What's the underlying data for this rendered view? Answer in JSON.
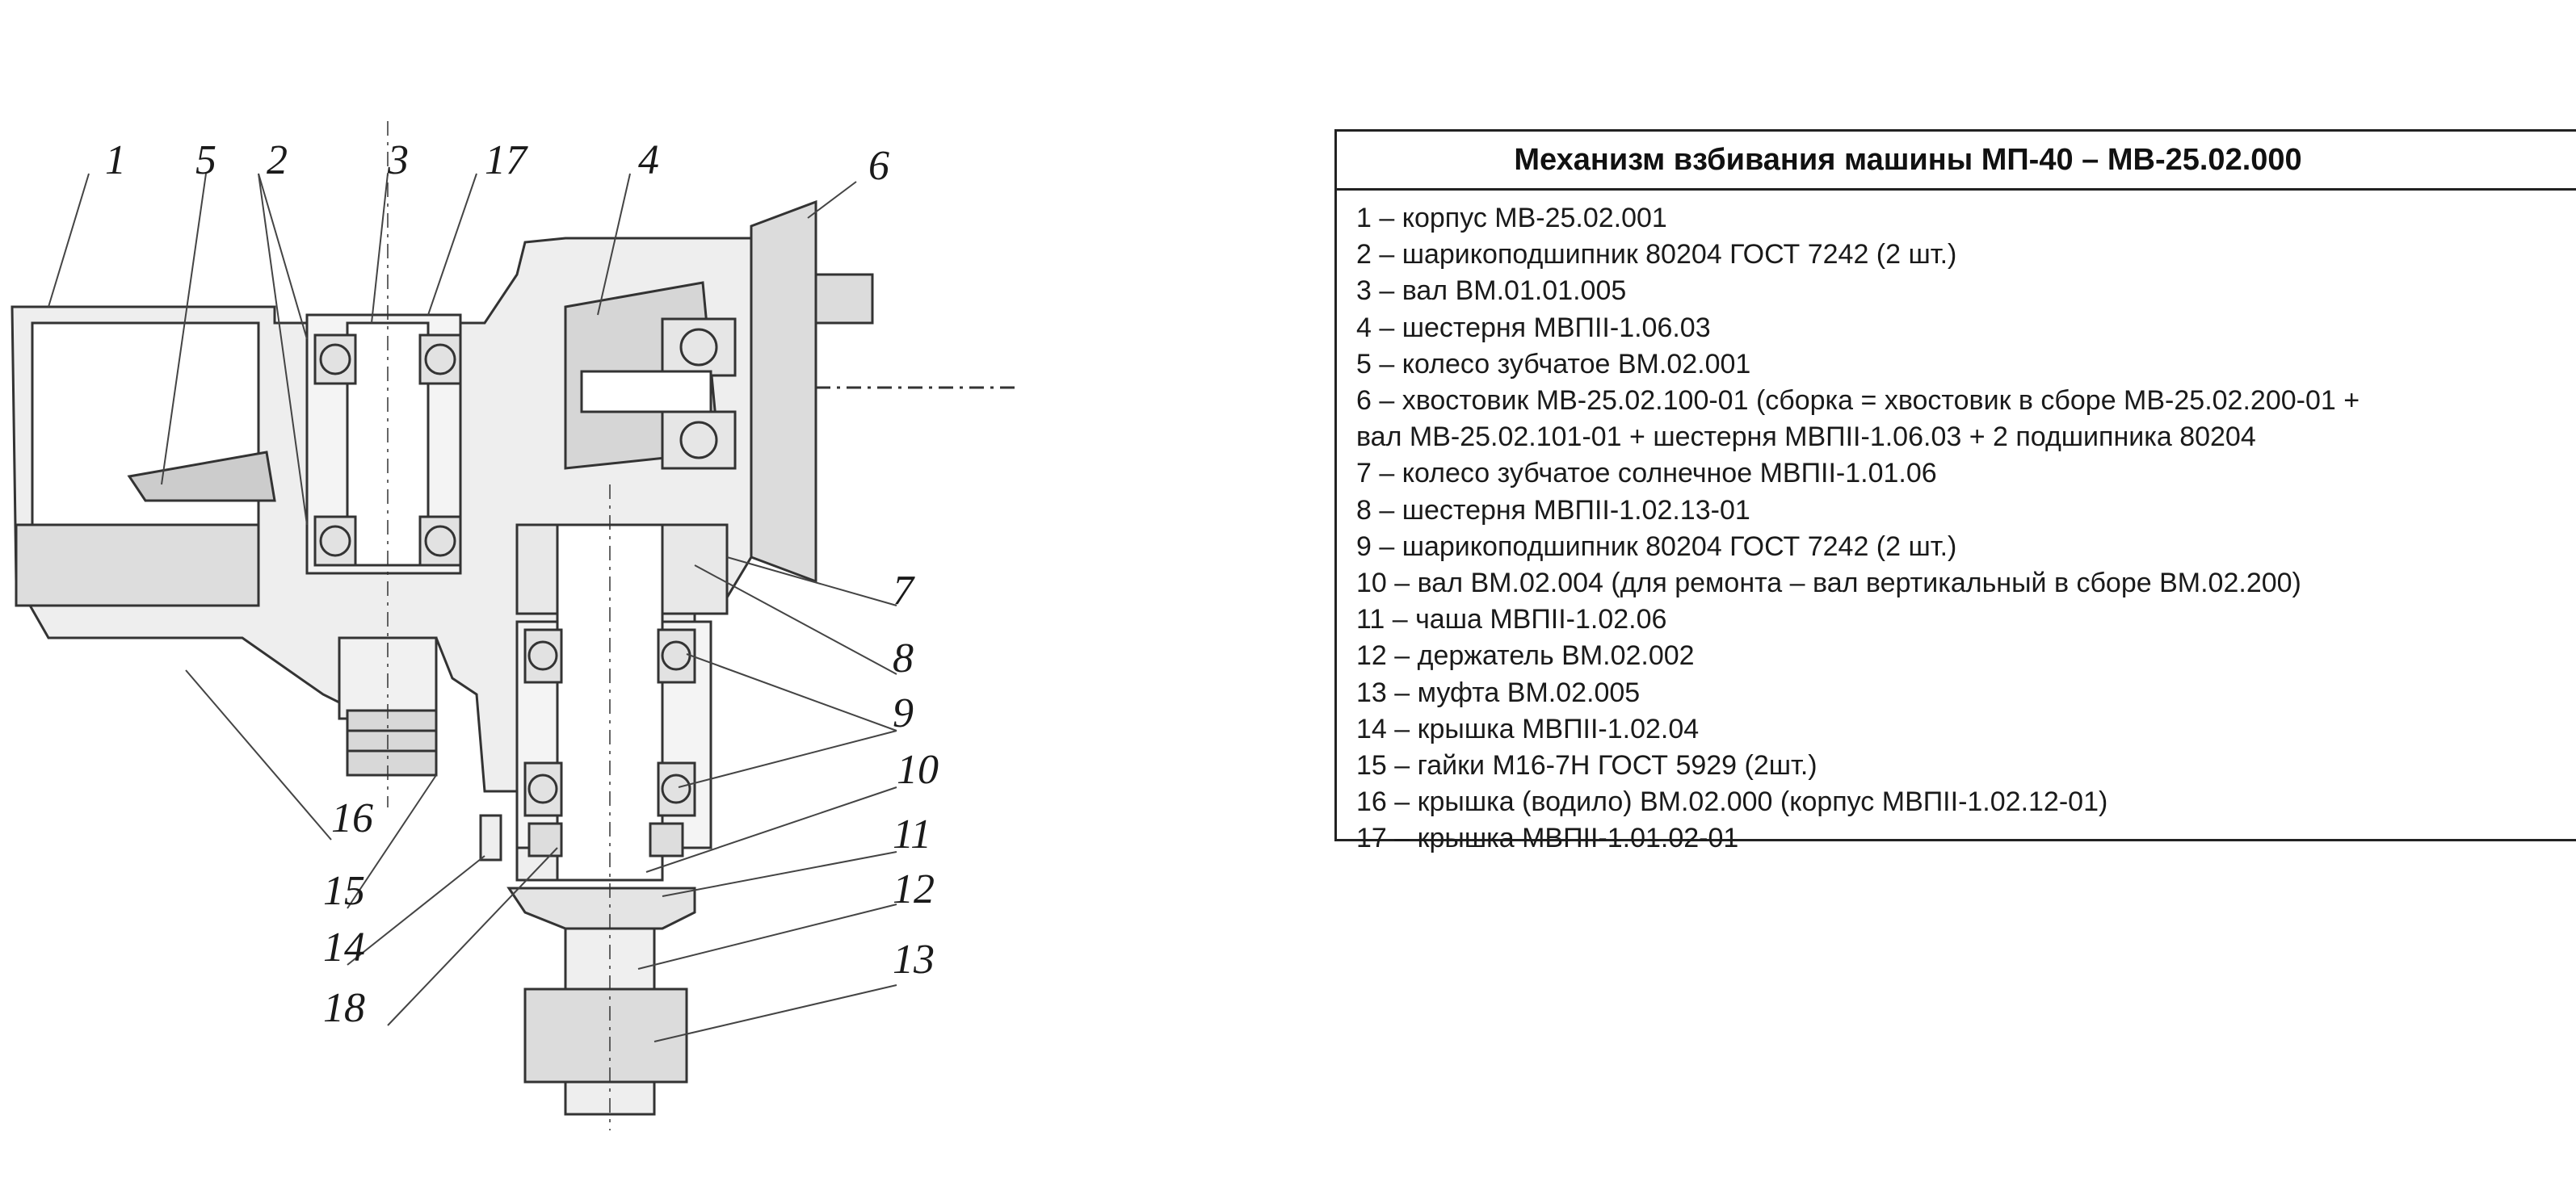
{
  "legend": {
    "title": "Механизм взбивания машины МП-40 – МВ-25.02.000",
    "items": [
      "1 – корпус МВ-25.02.001",
      "2 – шарикоподшипник 80204 ГОСТ 7242 (2 шт.)",
      "3 – вал ВМ.01.01.005",
      "4 – шестерня МВПII-1.06.03",
      "5 – колесо зубчатое ВМ.02.001",
      "6 – хвостовик МВ-25.02.100-01 (сборка = хвостовик в сборе МВ-25.02.200-01 +",
      "вал МВ-25.02.101-01 + шестерня МВПII-1.06.03 + 2 подшипника 80204",
      "7 – колесо зубчатое солнечное МВПII-1.01.06",
      "8 – шестерня МВПII-1.02.13-01",
      " 9 – шарикоподшипник 80204 ГОСТ 7242 (2 шт.)",
      "10 – вал ВМ.02.004 (для ремонта – вал вертикальный в сборе ВМ.02.200)",
      "11 – чаша МВПII-1.02.06",
      "12 – держатель ВМ.02.002",
      "13 – муфта ВМ.02.005",
      "14 – крышка МВПII-1.02.04",
      "15 – гайки М16-7Н ГОСТ 5929 (2шт.)",
      "16 – крышка (водило) ВМ.02.000 (корпус МВПII-1.02.12-01)",
      "17 – крышка МВПII-1.01.02-01"
    ]
  },
  "callouts": [
    "1",
    "5",
    "2",
    "3",
    "17",
    "4",
    "6",
    "7",
    "8",
    "9",
    "10",
    "11",
    "12",
    "13",
    "16",
    "15",
    "14",
    "18"
  ]
}
